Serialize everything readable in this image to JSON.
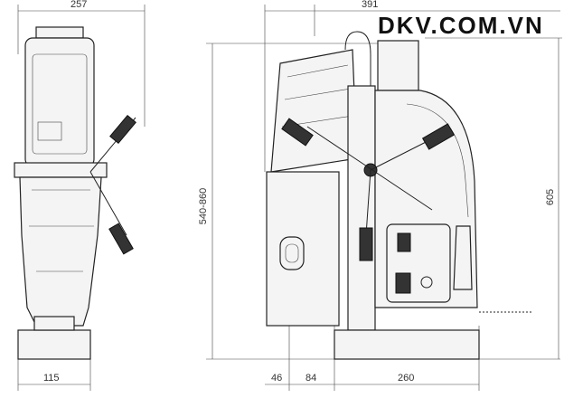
{
  "logo": "DKV.COM.VN",
  "dimensions": {
    "side_width": "257",
    "side_base": "115",
    "front_width": "391",
    "height_range": "540-860",
    "height": "605",
    "offset_a": "46",
    "offset_b": "84",
    "base_length": "260"
  }
}
